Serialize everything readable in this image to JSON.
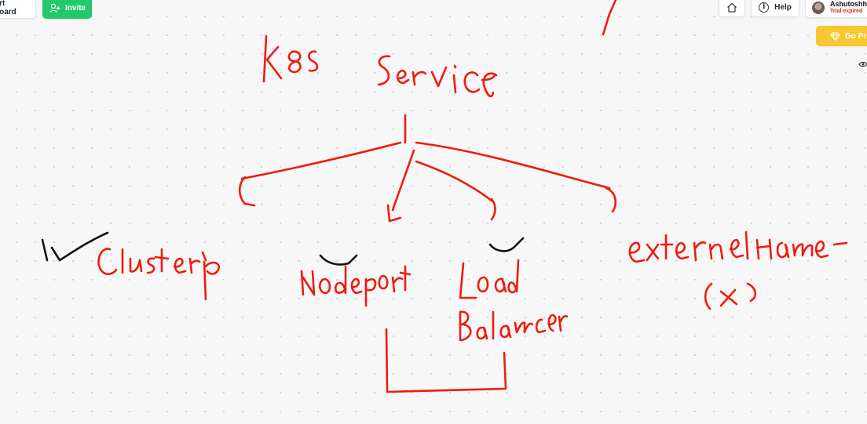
{
  "toolbar": {
    "export_label": "ort board",
    "invite_label": "Invite",
    "help_label": "Help",
    "go_pro_label": "Go Pr"
  },
  "user": {
    "name": "Ashutoshh",
    "status": "Trial expired"
  },
  "board": {
    "stroke_color": "#ee1c0e",
    "tick_color": "#111111",
    "handwriting": [
      "k8s",
      "Service",
      "ClusterIP",
      "Nodeport",
      "Load Balancer",
      "externalname -",
      "(x)"
    ]
  },
  "colors": {
    "invite": "#21c96b",
    "go_pro": "#f9c732",
    "trial_expired": "#e5231b",
    "background": "#f7f7f8"
  }
}
